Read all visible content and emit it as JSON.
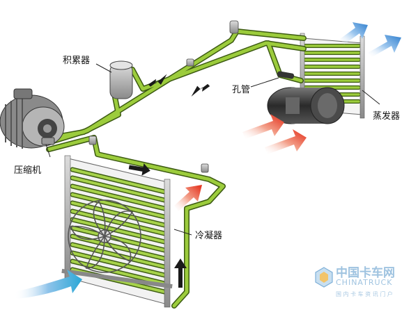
{
  "labels": {
    "accumulator": "积累器",
    "orifice_tube": "孔管",
    "evaporator": "蒸发器",
    "compressor": "压缩机",
    "condenser": "冷凝器"
  },
  "watermark": {
    "cn": "中国卡车网",
    "en": "CHINATRUCK",
    "tagline": "国 内 卡 车 资 讯 门 户"
  },
  "colors": {
    "pipe": "#9ccc3c",
    "pipe_outline": "#3c5a12",
    "hot_air": "#e8402a",
    "cool_air": "#2f7fce",
    "flow_arrow": "#1a1a1a"
  }
}
